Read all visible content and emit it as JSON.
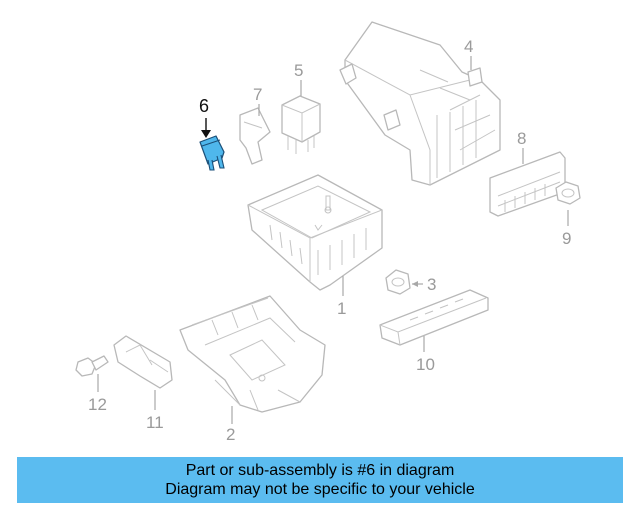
{
  "diagram": {
    "callouts": [
      "1",
      "2",
      "3",
      "4",
      "5",
      "6",
      "7",
      "8",
      "9",
      "10",
      "11",
      "12"
    ],
    "highlight_part": "6",
    "highlight_color": "#4fb7ec"
  },
  "banner": {
    "line1": "Part or sub-assembly is #6 in diagram",
    "line2": "Diagram may not be specific to your vehicle",
    "background": "#5bbcf0"
  }
}
